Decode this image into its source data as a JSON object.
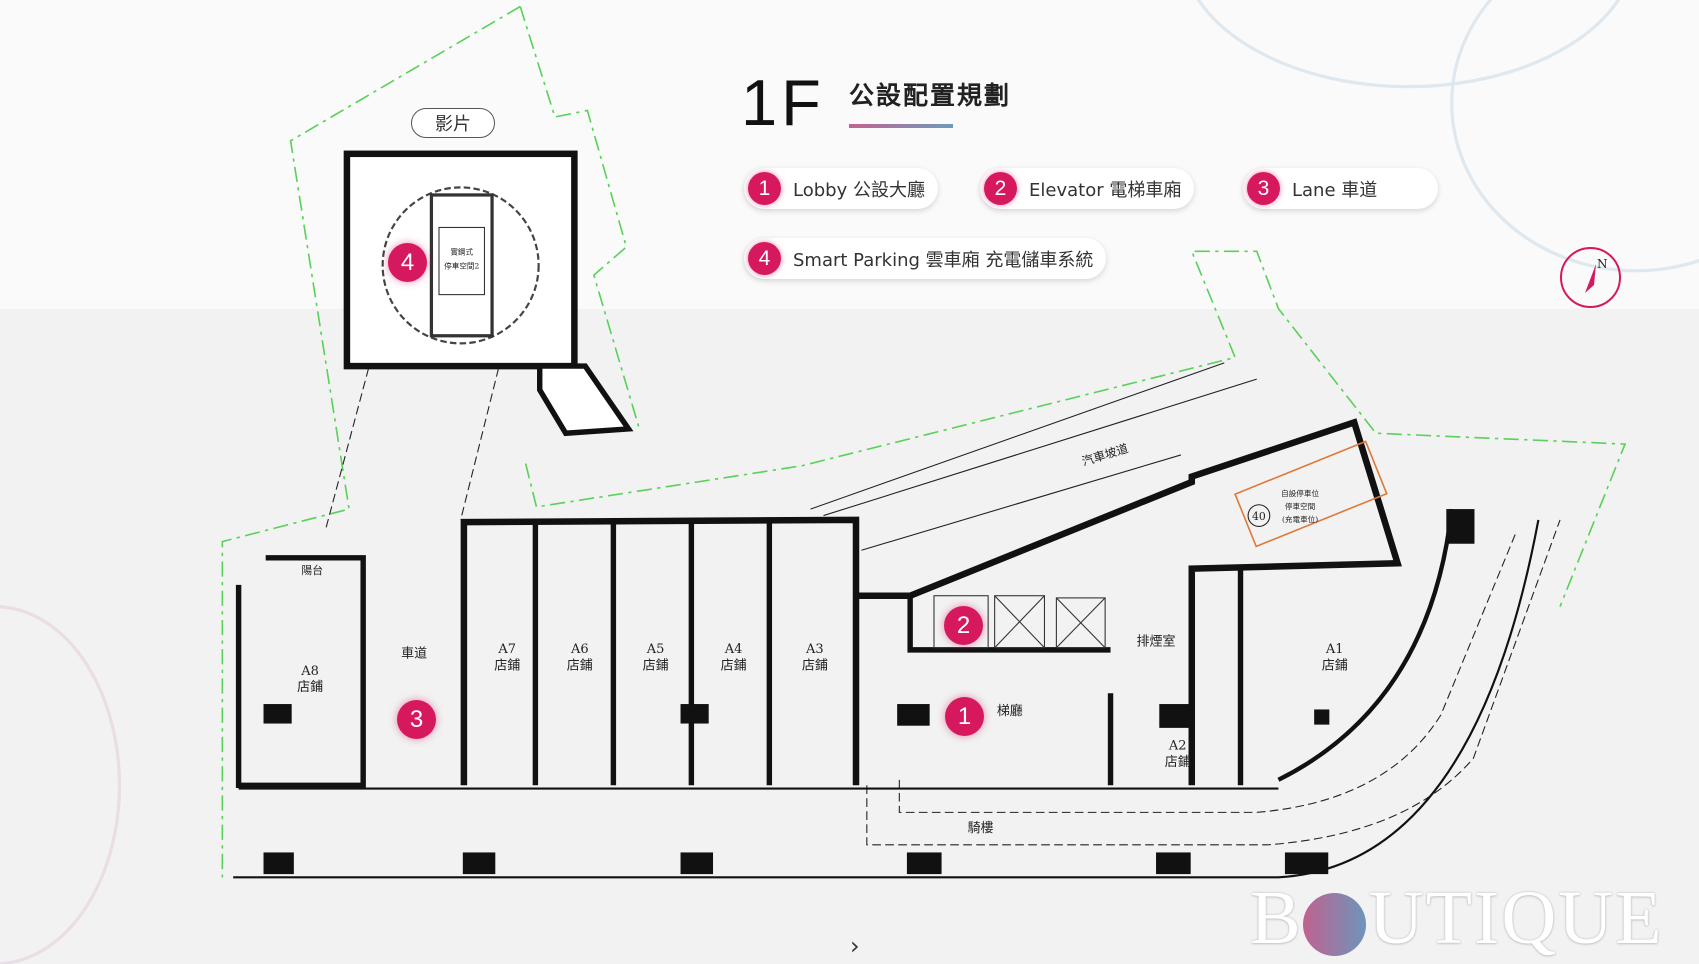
{
  "header": {
    "floor": "1F",
    "title": "公設配置規劃"
  },
  "legend": [
    {
      "num": "1",
      "label": "Lobby 公設大廳"
    },
    {
      "num": "2",
      "label": "Elevator 電梯車廂"
    },
    {
      "num": "3",
      "label": "Lane 車道"
    },
    {
      "num": "4",
      "label": "Smart Parking 雲車廂 充電儲車系統"
    }
  ],
  "video_button": "影片",
  "plan": {
    "shops": [
      {
        "code": "A8",
        "type": "店鋪"
      },
      {
        "code": "A7",
        "type": "店鋪"
      },
      {
        "code": "A6",
        "type": "店鋪"
      },
      {
        "code": "A5",
        "type": "店鋪"
      },
      {
        "code": "A4",
        "type": "店鋪"
      },
      {
        "code": "A3",
        "type": "店鋪"
      },
      {
        "code": "A2",
        "type": "店鋪"
      },
      {
        "code": "A1",
        "type": "店鋪"
      }
    ],
    "balcony": "陽台",
    "lane": "車道",
    "lobby": "梯廳",
    "smoke_room": "排煙室",
    "arcade": "騎樓",
    "ramp": "汽車坡道",
    "parking_lines": [
      "自設停車位",
      "停車空間",
      "(充電車位)"
    ],
    "parking_count": "40",
    "smart_parking_lines": [
      "實鋼式",
      "停車空間2"
    ]
  },
  "markers": [
    "1",
    "2",
    "3",
    "4"
  ],
  "compass": "N",
  "brand": {
    "pre": "B",
    "post": "UTIQUE"
  },
  "nav": {
    "next": "›"
  },
  "colors": {
    "accent": "#d6195f",
    "gradient_start": "#c2628f",
    "gradient_end": "#6d9bbd"
  }
}
